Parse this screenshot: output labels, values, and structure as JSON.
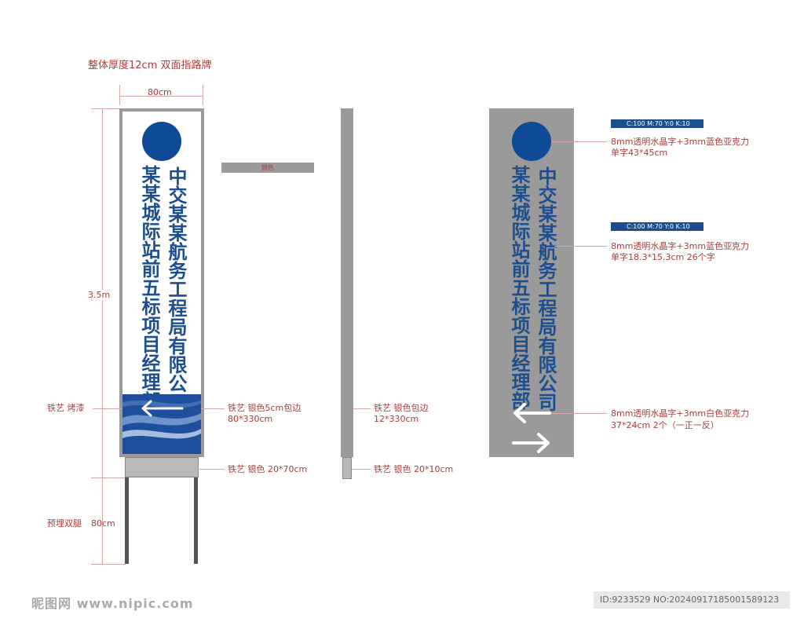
{
  "title": "整体厚度12cm 双面指路牌",
  "front_view": {
    "width_label": "80cm",
    "height_label": "3.5m",
    "left_text": "某某城际站前五标项目经理部",
    "right_text": "中交某某航务工程局有限公司",
    "callout_paint": "铁艺 烤漆",
    "callout_edge_1": "铁艺 银色5cm包边",
    "callout_edge_2": "80*330cm",
    "callout_base": "铁艺 银色 20*70cm",
    "callout_legs_1": "预埋双腿",
    "callout_legs_2": "80cm"
  },
  "top_view": {
    "label": "银色"
  },
  "side_view": {
    "callout_edge_1": "铁艺 银色包边",
    "callout_edge_2": "12*330cm",
    "callout_base": "铁艺 银色 20*10cm"
  },
  "back_view": {
    "left_text": "某某城际站前五标项目经理部",
    "right_text": "中交某某航务工程局有限公司",
    "cmyk_1": "C:100 M:70 Y:0 K:10",
    "note_1_line1": "8mm透明水晶字+3mm蓝色亚克力",
    "note_1_line2": "单字43*45cm",
    "cmyk_2": "C:100 M:70 Y:0 K:10",
    "note_2_line1": "8mm透明水晶字+3mm蓝色亚克力",
    "note_2_line2": "单字18.3*15.3cm  26个字",
    "note_3_line1": "8mm透明水晶字+3mm白色亚克力",
    "note_3_line2": "37*24cm  2个（一正一反）"
  },
  "colors": {
    "brand_blue": "#1d4f8f",
    "logo_blue": "#0f4a96",
    "frame_gray": "#9a9a9a",
    "annotation_red": "#b03a3a"
  },
  "watermark": {
    "left": "昵图网 www.nipic.com",
    "right": "ID:9233529 NO:20240917185001589123"
  }
}
